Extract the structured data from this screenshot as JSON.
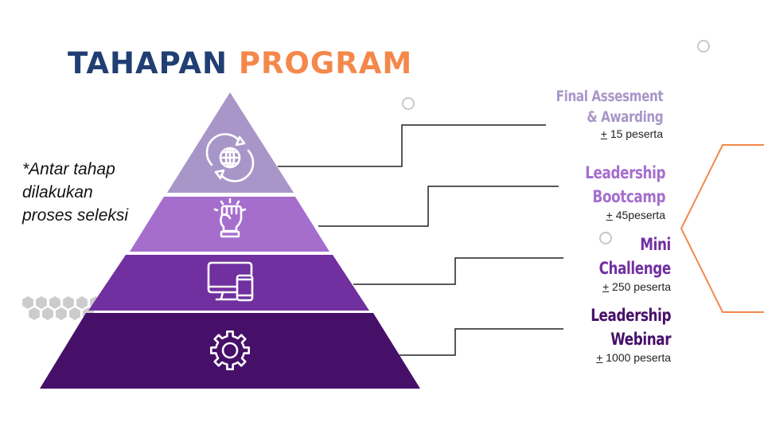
{
  "title": {
    "part1": "TAHAPAN",
    "part2": "PROGRAM"
  },
  "note": "*Antar tahap dilakukan proses seleksi",
  "colors": {
    "title_primary": "#213f73",
    "title_accent": "#f4884b",
    "level_1": "#a896c8",
    "level_2": "#a56ecd",
    "level_3": "#7130a0",
    "level_4": "#461069",
    "decor_hexagon": "#cccccc",
    "decor_outline": "#f4884b"
  },
  "levels": [
    {
      "name_line1": "Final Assesment",
      "name_line2": "& Awarding",
      "pm": "+",
      "count": " 15 peserta",
      "icon": "globe-refresh-icon",
      "label_color": "#a896c8"
    },
    {
      "name_line1": "Leadership",
      "name_line2": "Bootcamp",
      "pm": "+",
      "count": " 45peserta",
      "icon": "raised-fist-icon",
      "label_color": "#a56ecd"
    },
    {
      "name_line1": "Mini",
      "name_line2": "Challenge",
      "pm": "+",
      "count": " 250 peserta",
      "icon": "devices-icon",
      "label_color": "#7130a0"
    },
    {
      "name_line1": "Leadership",
      "name_line2": "Webinar",
      "pm": "+",
      "count": " 1000 peserta",
      "icon": "gear-icon",
      "label_color": "#461069"
    }
  ]
}
